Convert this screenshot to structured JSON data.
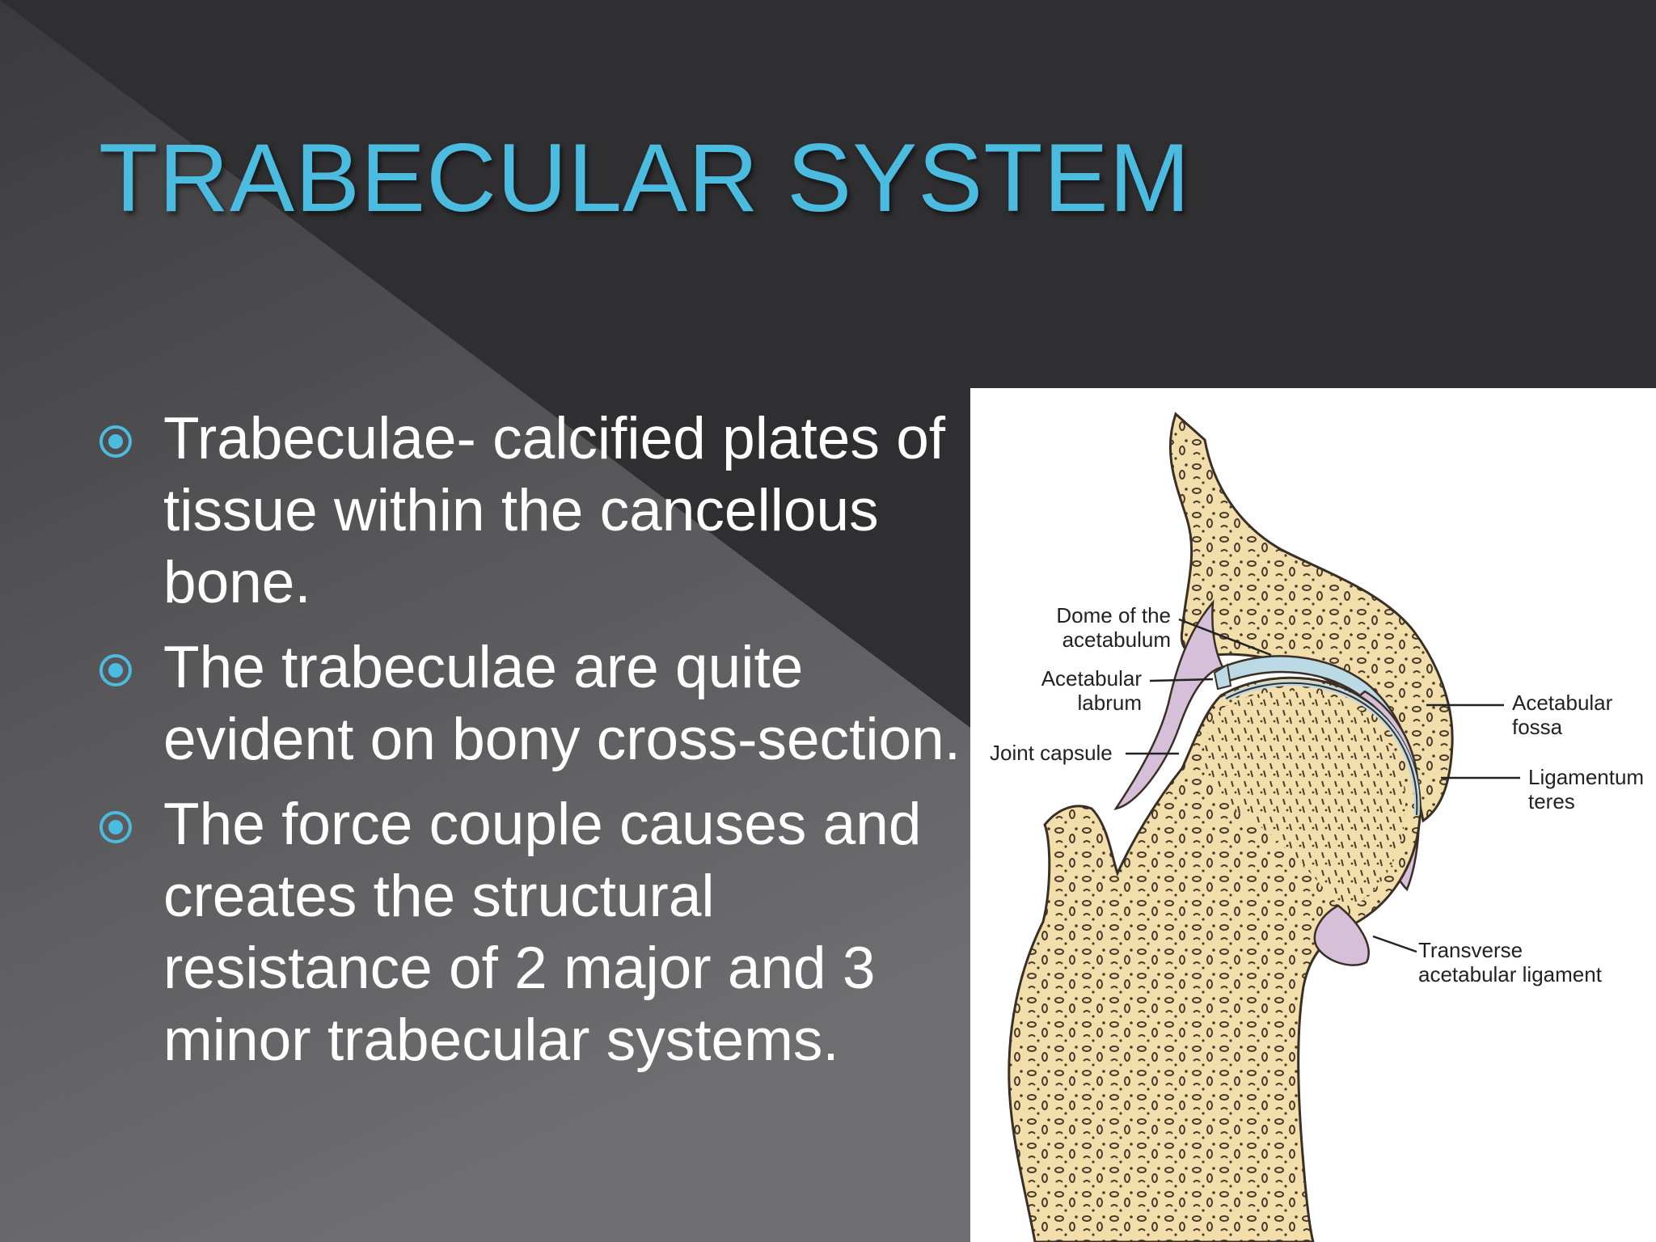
{
  "slide": {
    "title": "TRABECULAR SYSTEM",
    "colors": {
      "background": "#2f2f31",
      "title": "#4bbbe0",
      "bullet_icon": "#4bbbe0",
      "text": "#ffffff"
    },
    "bullets": [
      {
        "icon": "target-circle-icon",
        "text": "Trabeculae- calcified plates of tissue within the cancellous bone."
      },
      {
        "icon": "target-circle-icon",
        "text": "The trabeculae are quite evident on bony cross-section."
      },
      {
        "icon": "target-circle-icon",
        "text": "The force couple causes and creates the structural resistance of 2 major and 3 minor trabecular systems."
      }
    ]
  },
  "figure": {
    "colors": {
      "bone": "#f1deaa",
      "cartilage": "#bcd9e6",
      "soft_tissue": "#d6bfd9",
      "outline": "#3a2f25"
    },
    "labels": {
      "dome_line1": "Dome of the",
      "dome_line2": "acetabulum",
      "labrum_line1": "Acetabular",
      "labrum_line2": "labrum",
      "capsule": "Joint capsule",
      "fossa_line1": "Acetabular",
      "fossa_line2": "fossa",
      "teres_line1": "Ligamentum",
      "teres_line2": "teres",
      "transverse_line1": "Transverse",
      "transverse_line2": "acetabular ligament"
    }
  }
}
